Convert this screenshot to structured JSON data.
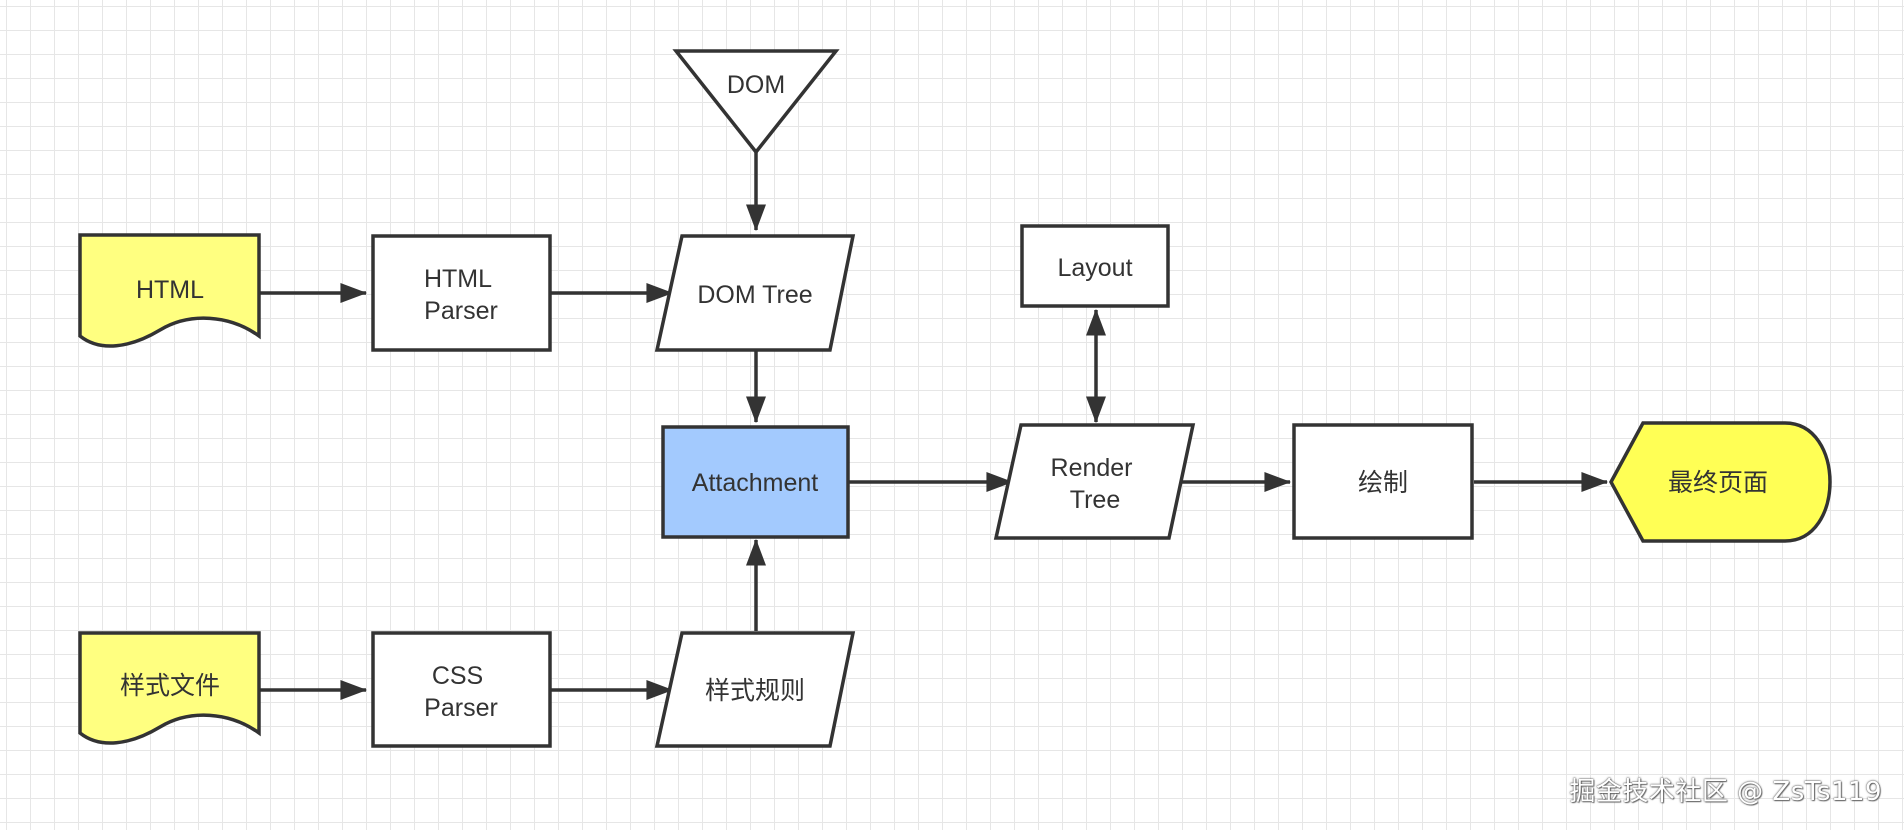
{
  "nodes": {
    "dom_source": {
      "label": "DOM"
    },
    "html_doc": {
      "label": "HTML"
    },
    "html_parser": {
      "lines": [
        "HTML",
        "Parser"
      ]
    },
    "dom_tree": {
      "label": "DOM Tree"
    },
    "attachment": {
      "label": "Attachment"
    },
    "layout": {
      "label": "Layout"
    },
    "render_tree": {
      "lines": [
        "Render",
        "Tree"
      ]
    },
    "paint": {
      "label": "绘制"
    },
    "final_page": {
      "label": "最终页面"
    },
    "style_file": {
      "label": "样式文件"
    },
    "css_parser": {
      "lines": [
        "CSS",
        "Parser"
      ]
    },
    "style_rules": {
      "label": "样式规则"
    }
  },
  "colors": {
    "document_fill": "#ffff80",
    "attachment_fill": "#a3cafe",
    "display_fill": "#ffff55",
    "default_fill": "#ffffff",
    "stroke": "#333333",
    "grid": "#e6e6e6"
  },
  "watermark": "掘金技术社区 @ ZsTs119"
}
